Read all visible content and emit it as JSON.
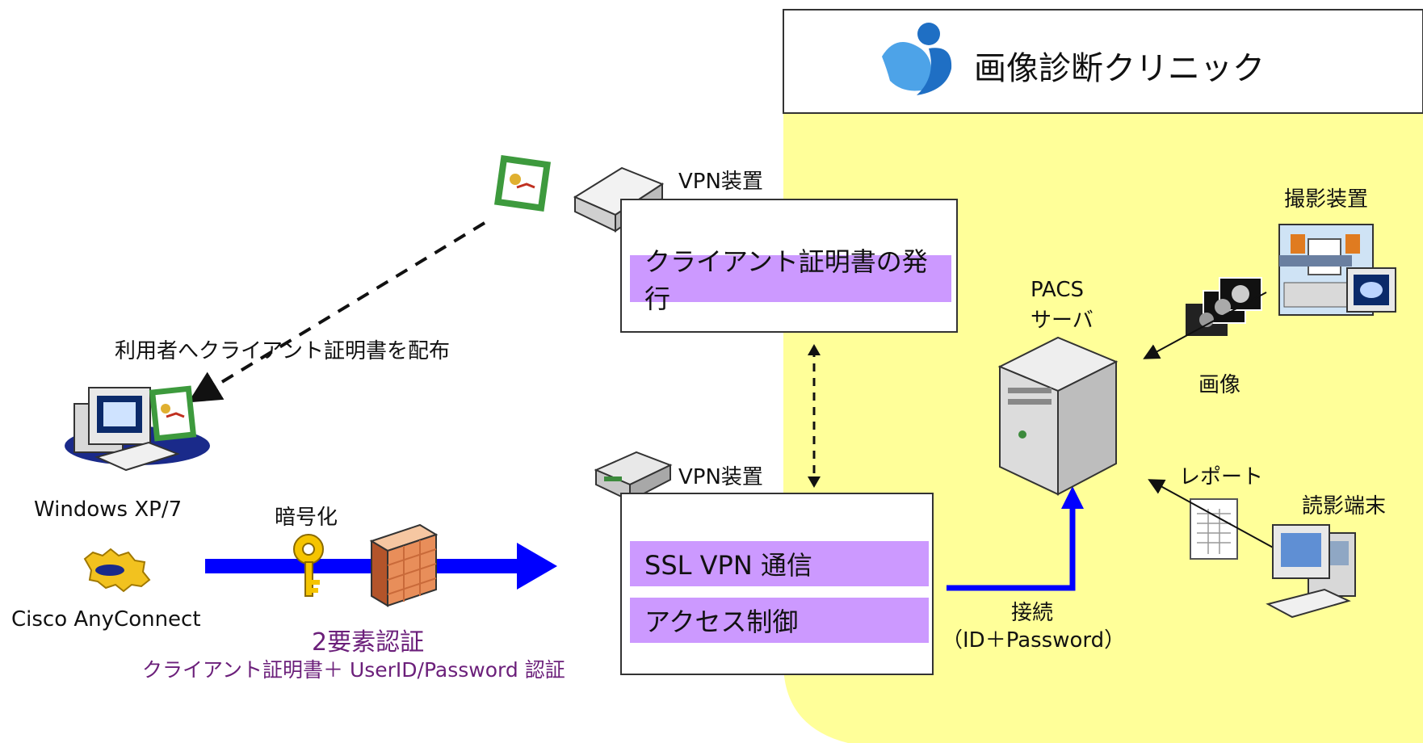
{
  "clinic": {
    "name": "画像診断クリニック"
  },
  "vpn_top": {
    "device_label": "VPN装置",
    "function_label": "クライアント証明書の発行"
  },
  "vpn_bottom": {
    "device_label": "VPN装置",
    "function_labels": [
      "SSL VPN 通信",
      "アクセス制御"
    ]
  },
  "distribute_label": "利用者へクライアント証明書を配布",
  "client": {
    "os_label": "Windows XP/7",
    "software_label": "Cisco AnyConnect"
  },
  "encryption_label": "暗号化",
  "auth": {
    "title": "2要素認証",
    "detail": "クライアント証明書＋ UserID/Password 認証"
  },
  "pacs": {
    "line1": "PACS",
    "line2": "サーバ"
  },
  "connection": {
    "line1": "接続",
    "line2": "（ID＋Password）"
  },
  "modality_label": "撮影装置",
  "image_label": "画像",
  "report_label": "レポート",
  "reading_terminal_label": "読影端末",
  "colors": {
    "clinic_area": "#ffff99",
    "function_bar": "#cc99ff",
    "vpn_arrow": "#0000ff",
    "auth_text": "#6b1f7a"
  }
}
